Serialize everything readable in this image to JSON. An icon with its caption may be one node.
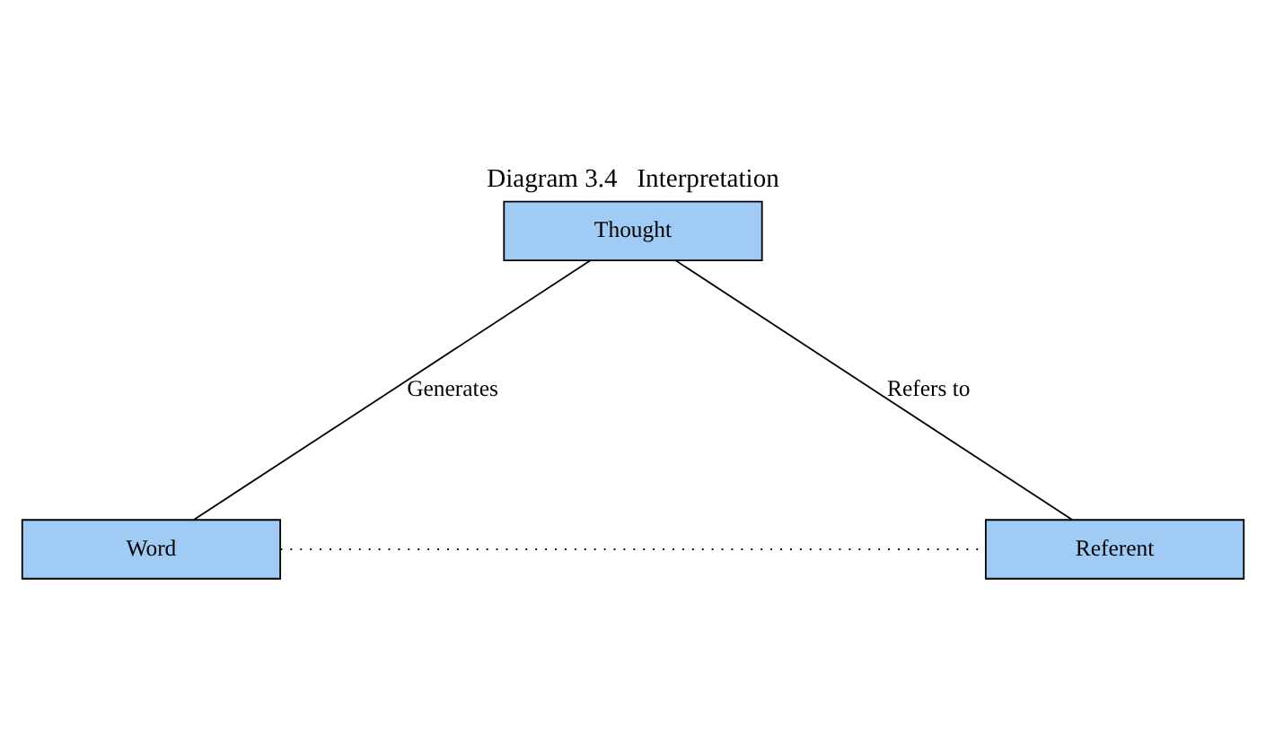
{
  "diagram": {
    "title": "Diagram 3.4   Interpretation",
    "nodes": [
      {
        "text": [
          "Thought"
        ]
      },
      {
        "text": [
          "Word"
        ]
      },
      {
        "text": [
          "Referent"
        ]
      }
    ],
    "edges": [
      {
        "from": 1,
        "to": 0,
        "arrow": "none",
        "label": "Generates"
      },
      {
        "from": 0,
        "to": 2,
        "arrow": "none",
        "label": "Refers to"
      },
      {
        "from": 1,
        "to": 2,
        "arrow": "none",
        "style": "dashed"
      }
    ]
  }
}
